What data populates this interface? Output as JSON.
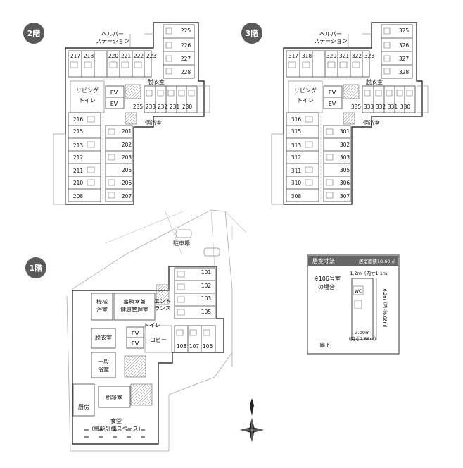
{
  "floors": {
    "f2": {
      "badge": "2階",
      "station": [
        "ヘルパー",
        "ステーション"
      ],
      "room_labels": {
        "changing": "脱衣室",
        "living": "リビング",
        "toilet": "トイレ",
        "ev1": "EV",
        "ev2": "EV",
        "bath": "個浴室"
      },
      "rooms_top": [
        "217",
        "218",
        "220",
        "221",
        "222",
        "223"
      ],
      "rooms_right_col": [
        "225",
        "226",
        "227",
        "228"
      ],
      "rooms_right_row": [
        "235",
        "233",
        "232",
        "231",
        "230"
      ],
      "rooms_left": [
        "216",
        "215",
        "213",
        "212",
        "211",
        "210",
        "208"
      ],
      "rooms_center": [
        "201",
        "202",
        "203",
        "205",
        "206",
        "207"
      ]
    },
    "f3": {
      "badge": "3階",
      "station": [
        "ヘルパー",
        "ステーション"
      ],
      "room_labels": {
        "changing": "脱衣室",
        "living": "リビング",
        "toilet": "トイレ",
        "ev1": "EV",
        "ev2": "EV",
        "bath": "個浴室"
      },
      "rooms_top": [
        "317",
        "318",
        "320",
        "321",
        "322",
        "323"
      ],
      "rooms_right_col": [
        "325",
        "326",
        "327",
        "328"
      ],
      "rooms_right_row": [
        "335",
        "333",
        "332",
        "331",
        "330"
      ],
      "rooms_left": [
        "316",
        "315",
        "313",
        "312",
        "311",
        "310",
        "308"
      ],
      "rooms_center": [
        "301",
        "302",
        "303",
        "305",
        "306",
        "307"
      ]
    },
    "f1": {
      "badge": "1階",
      "parking": "駐車場",
      "machine_bath": [
        "機械",
        "浴室"
      ],
      "office": [
        "事務室兼",
        "健康管理室"
      ],
      "entrance": [
        "エント",
        "ランス"
      ],
      "toilet": "トイレ",
      "ev1": "EV",
      "ev2": "EV",
      "lobby": "ロビー",
      "changing": "脱衣室",
      "general_bath": [
        "一般",
        "浴室"
      ],
      "consult": "相談室",
      "kitchen": "厨房",
      "dining": [
        "食堂",
        "（機能訓練スペース）"
      ],
      "rooms_right": [
        "101",
        "102",
        "103",
        "105"
      ],
      "rooms_bottom": [
        "108",
        "107",
        "106"
      ]
    }
  },
  "room_size": {
    "title": "居室寸法",
    "area": "居室面積18.60㎡",
    "note": [
      "※106号室",
      "の場合"
    ],
    "width_top": "1.2m（内寸1.1m）",
    "depth": "6.2m（内寸6.08m）",
    "width_bottom": [
      "3.00m",
      "（内寸2.88m）"
    ],
    "corridor": "廊下",
    "wc": "WC"
  },
  "compass_icon": "north-arrow-icon"
}
